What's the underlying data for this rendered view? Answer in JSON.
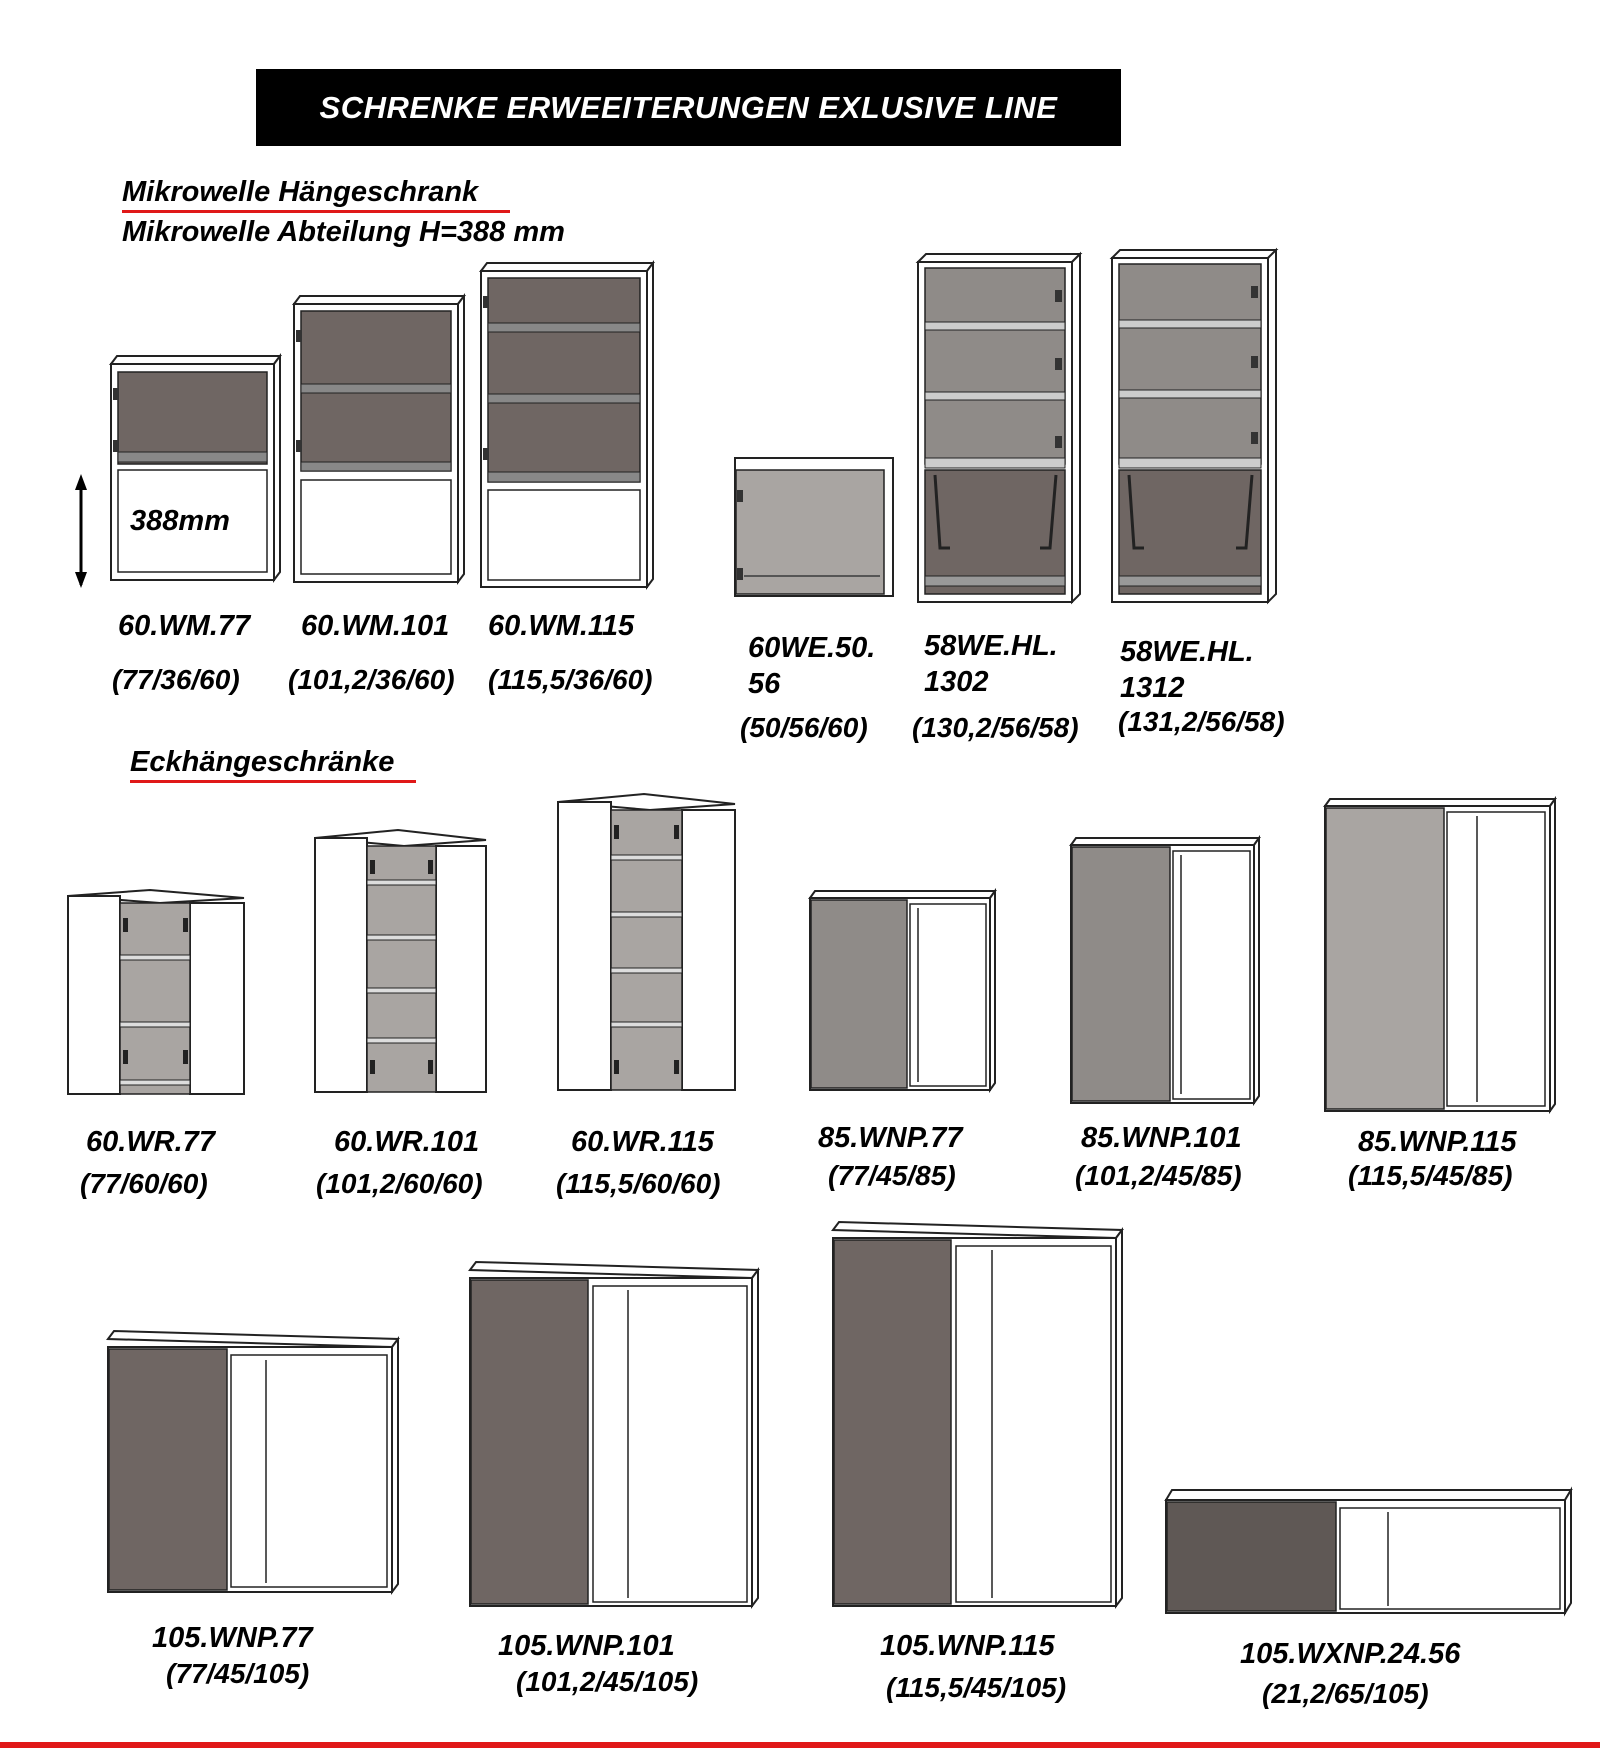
{
  "banner": {
    "title": "SCHRENKE ERWEEITERUNGEN  EXLUSIVE LINE"
  },
  "sections": {
    "microwave_title": "Mikrowelle Hängeschrank",
    "microwave_subtitle": "Mikrowelle Abteilung H=388 mm",
    "corner_title": "Eckhängeschränke"
  },
  "dimension_marker": "388mm",
  "colors": {
    "accent": "#e01818",
    "panel_dark": "#6f6663",
    "panel_mid": "#8f8b88",
    "panel_light": "#a9a5a2"
  },
  "products": {
    "wm77": {
      "code": "60.WM.77",
      "dims": "(77/36/60)"
    },
    "wm101": {
      "code": "60.WM.101",
      "dims": "(101,2/36/60)"
    },
    "wm115": {
      "code": "60.WM.115",
      "dims": "(115,5/36/60)"
    },
    "we50": {
      "code_line1": "60WE.50.",
      "code_line2": "56",
      "dims": "(50/56/60)"
    },
    "wehl1302": {
      "code_line1": "58WE.HL.",
      "code_line2": "1302",
      "dims": "(130,2/56/58)"
    },
    "wehl1312": {
      "code_line1": "58WE.HL.",
      "code_line2": "1312",
      "dims": "(131,2/56/58)"
    },
    "wr77": {
      "code": "60.WR.77",
      "dims": "(77/60/60)"
    },
    "wr101": {
      "code": "60.WR.101",
      "dims": "(101,2/60/60)"
    },
    "wr115": {
      "code": "60.WR.115",
      "dims": "(115,5/60/60)"
    },
    "wnp85_77": {
      "code": "85.WNP.77",
      "dims": "(77/45/85)"
    },
    "wnp85_101": {
      "code": "85.WNP.101",
      "dims": "(101,2/45/85)"
    },
    "wnp85_115": {
      "code": "85.WNP.115",
      "dims": "(115,5/45/85)"
    },
    "wnp105_77": {
      "code": "105.WNP.77",
      "dims": "(77/45/105)"
    },
    "wnp105_101": {
      "code": "105.WNP.101",
      "dims": "(101,2/45/105)"
    },
    "wnp105_115": {
      "code": "105.WNP.115",
      "dims": "(115,5/45/105)"
    },
    "wxnp": {
      "code": "105.WXNP.24.56",
      "dims": "(21,2/65/105)"
    }
  }
}
